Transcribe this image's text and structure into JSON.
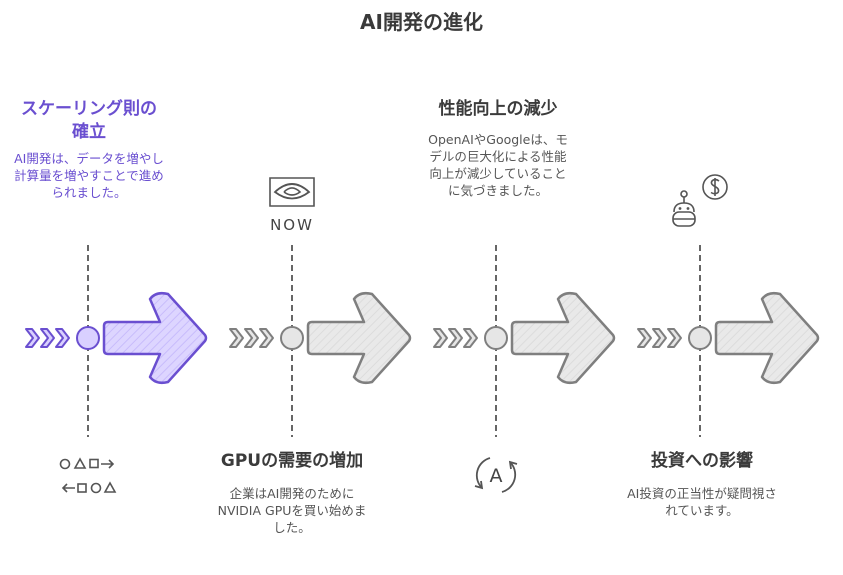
{
  "title": "AI開発の進化",
  "colors": {
    "accent": "#6a4fd0",
    "accent_fill": "#d9d0ff",
    "gray_fill": "#e6e6e6",
    "gray_stroke": "#7f7f7f"
  },
  "stages": [
    {
      "heading": "スケーリング則の確立",
      "description": "AI開発は、データを増やし計算量を増やすことで進められました。",
      "icon": "shapes-icon",
      "highlighted": true
    },
    {
      "heading": "GPUの需要の増加",
      "description": "企業はAI開発のためにNVIDIA GPUを買い始めました。",
      "icon": "nvidia-now-logo",
      "logo_text": "NOW",
      "highlighted": false
    },
    {
      "heading": "性能向上の減少",
      "description": "OpenAIやGoogleは、モデルの巨大化による性能向上が減少していることに気づきました。",
      "icon": "ai-refresh-icon",
      "logo_text": "A",
      "highlighted": false
    },
    {
      "heading": "投資への影響",
      "description": "AI投資の正当性が疑問視されています。",
      "icon": "robot-dollar-icon",
      "highlighted": false
    }
  ]
}
